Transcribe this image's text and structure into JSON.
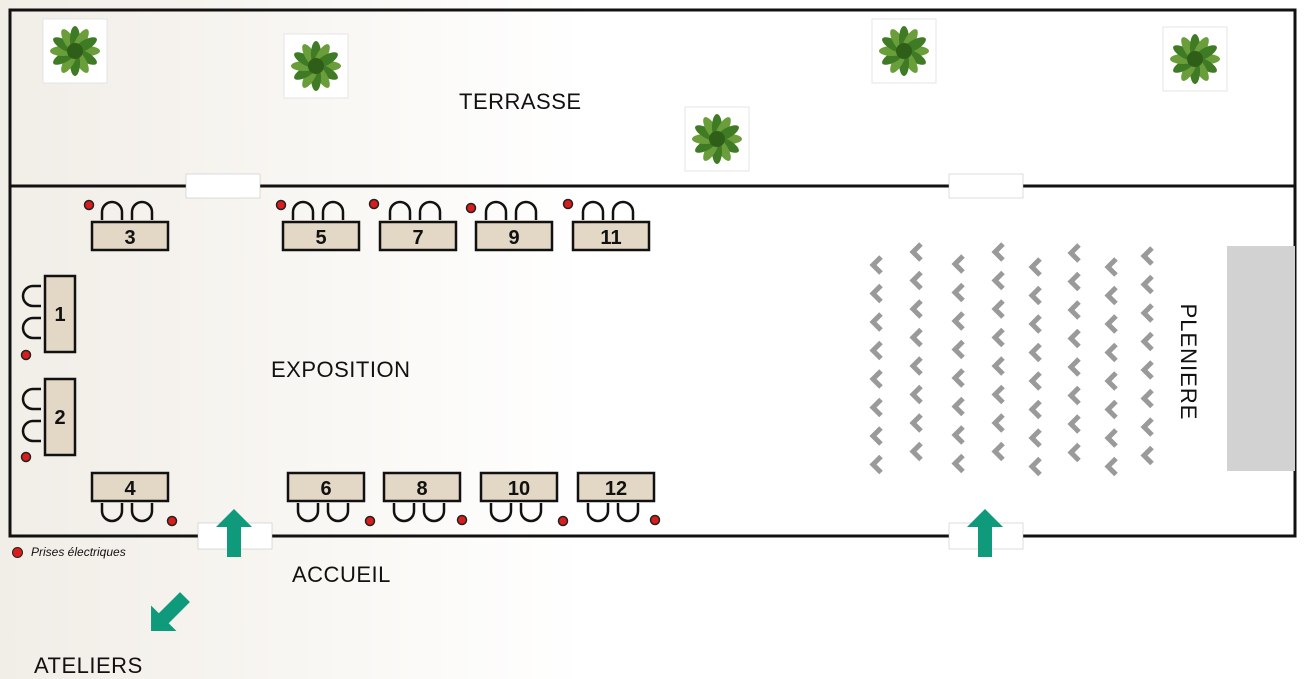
{
  "areas": {
    "terrasse": "TERRASSE",
    "exposition": "EXPOSITION",
    "pleniere": "PLENIERE",
    "accueil": "ACCUEIL",
    "ateliers": "ATELIERS"
  },
  "legend": {
    "label": "Prises électriques",
    "color": "#d91c1c"
  },
  "stands": [
    "1",
    "2",
    "3",
    "4",
    "5",
    "6",
    "7",
    "8",
    "9",
    "10",
    "11",
    "12"
  ],
  "colors": {
    "table": "#e3d7c5",
    "arrow": "#0f9a7c",
    "chevron": "#9a9a9a",
    "stage": "#d2d2d2",
    "plant": "#4f8a2c"
  },
  "icons": [
    "plant-icon",
    "power-outlet-icon",
    "entrance-arrow-icon",
    "chair-icon"
  ]
}
